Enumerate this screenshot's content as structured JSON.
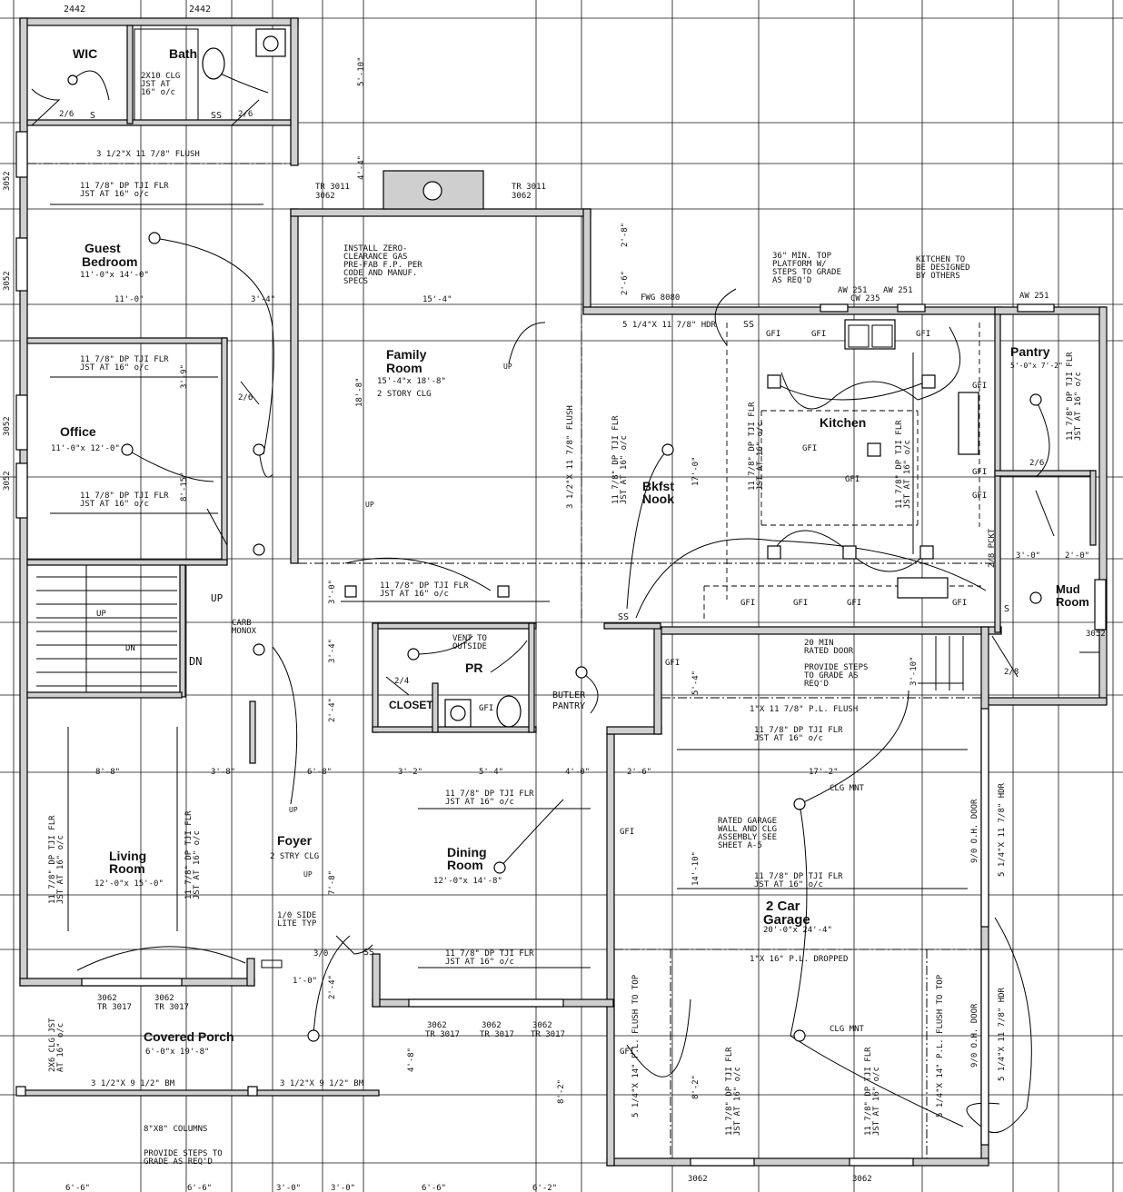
{
  "rooms": {
    "wic": "WIC",
    "bath": "Bath",
    "guest_bedroom_1": "Guest",
    "guest_bedroom_2": "Bedroom",
    "guest_bedroom_size": "11'-0\"x 14'-0\"",
    "office": "Office",
    "office_size": "11'-0\"x 12'-0\"",
    "family_room_1": "Family",
    "family_room_2": "Room",
    "family_room_size": "15'-4\"x 18'-8\"",
    "family_room_note": "2 STORY CLG",
    "kitchen": "Kitchen",
    "bkfst_1": "Bkfst",
    "bkfst_2": "Nook",
    "pantry": "Pantry",
    "pantry_size": "5'-0\"x 7'-2\"",
    "mud_1": "Mud",
    "mud_2": "Room",
    "living_1": "Living",
    "living_2": "Room",
    "living_size": "12'-0\"x 15'-0\"",
    "foyer": "Foyer",
    "foyer_note": "2 STRY CLG",
    "dining_1": "Dining",
    "dining_2": "Room",
    "dining_size": "12'-0\"x 14'-8\"",
    "garage_1": "2 Car",
    "garage_2": "Garage",
    "garage_size": "20'-0\"x 24'-4\"",
    "porch": "Covered Porch",
    "porch_size": "6'-0\"x 19'-8\"",
    "closet": "CLOSET",
    "pr": "PR",
    "butler_1": "BUTLER",
    "butler_2": "PANTRY"
  },
  "notes": {
    "fireplace": [
      "INSTALL ZERO-",
      "CLEARANCE GAS",
      "PRE-FAB F.P. PER",
      "CODE AND MANUF.",
      "SPECS"
    ],
    "platform": [
      "36\" MIN. TOP",
      "PLATFORM W/",
      "STEPS TO GRADE",
      "AS REQ'D"
    ],
    "kitchen_design": [
      "KITCHEN TO",
      "BE DESIGNED",
      "BY OTHERS"
    ],
    "rated_door": [
      "20 MIN",
      "RATED DOOR"
    ],
    "provide_steps": [
      "PROVIDE STEPS",
      "TO GRADE AS",
      "REQ'D"
    ],
    "rated_garage": [
      "RATED GARAGE",
      "WALL AND CLG",
      "ASSEMBLY SEE",
      "SHEET A-5"
    ],
    "columns": "8\"X8\" COLUMNS",
    "porch_steps": [
      "PROVIDE STEPS TO",
      "GRADE AS REQ'D"
    ],
    "vent": [
      "VENT TO",
      "OUTSIDE"
    ],
    "carb": [
      "CARB",
      "MONOX"
    ],
    "side_lite": [
      "1/0 SIDE",
      "LITE TYP"
    ],
    "pl_flush": "1\"X 11 7/8\" P.L. FLUSH",
    "pl_dropped": "1\"X 16\" P.L. DROPPED",
    "fwg": "FWG 8080",
    "hdr_kitchen": "5 1/4\"X 11 7/8\" HDR",
    "flush_wic": "3 1/2\"X 11 7/8\" FLUSH",
    "porch_beam_1": "3 1/2\"X 9 1/2\" BM",
    "porch_beam_2": "3 1/2\"X 9 1/2\" BM",
    "porch_clg": [
      "2X6 CLG JST",
      "AT 16\" o/c"
    ],
    "bath_jst": [
      "2X10 CLG",
      "JST AT",
      "16\" o/c"
    ],
    "tji_short": "11 7/8\" DP TJI FLR",
    "jst16": "JST AT 16\" o/c",
    "gfi": "GFI",
    "up": "UP",
    "dn": "DN",
    "ss": "SS",
    "s": "S",
    "fireplace_hdr": "3 1/2\"X 11 7/8\" FLUSH",
    "pckt": "2/8 PCKT",
    "garage_door_1": "9/0 O.H. DOOR",
    "garage_door_2": "9/0 O.H. DOOR",
    "garage_hdr_1": "5 1/4\"X 11 7/8\" HDR",
    "garage_hdr_2": "5 1/4\"X 11 7/8\" HDR",
    "pl_flush_top_1": "5 1/4\"X 14\" P.L. FLUSH TO TOP",
    "pl_flush_top_2": "5 1/4\"X 14\" P.L. FLUSH TO TOP",
    "clg_mnt": "CLG MNT",
    "aw251": "AW 251",
    "cw235": "CW 235",
    "window_3062": "3062",
    "window_3052": "3052",
    "window_tr3011": "TR 3011",
    "window_tr3017": "TR 3017",
    "door_26": "2/6",
    "door_24": "2/4",
    "door_28": "2/8",
    "door_30": "3/0"
  },
  "dimensions": {
    "top_2442_a": "2442",
    "top_2442_b": "2442",
    "d_5_10": "5'-10\"",
    "d_4_4": "4'-4\"",
    "d_11_0": "11'-0\"",
    "d_3_4": "3'-4\"",
    "d_15_4": "15'-4\"",
    "d_18_8": "18'-8\"",
    "d_3_9": "3'-9\"",
    "d_8_15": "8'-15\"",
    "d_2_8": "2'-8\"",
    "d_2_6": "2'-6\"",
    "d_17_0": "17'-0\"",
    "d_3_0": "3'-0\"",
    "d_3_4b": "3'-4\"",
    "d_2_4": "2'-4\"",
    "d_8_8": "8'-8\"",
    "d_3_8": "3'-8\"",
    "d_6_8": "6'-8\"",
    "d_3_2": "3'-2\"",
    "d_5_4": "5'-4\"",
    "d_4_0": "4'-0\"",
    "d_2_6b": "2'-6\"",
    "d_17_2": "17'-2\"",
    "d_7_8": "7'-8\"",
    "d_1_0": "1'-0\"",
    "d_2_4b": "2'-4\"",
    "d_4_8": "4'-8\"",
    "d_14_10": "14'-10\"",
    "d_8_2": "8'-2\"",
    "d_8_2b": "8'-2\"",
    "d_5_4b": "5'-4\"",
    "d_3_10": "3'-10\"",
    "d_3_0b": "3'-0\"",
    "d_2_0": "2'-0\"",
    "bot_6_6a": "6'-6\"",
    "bot_6_6b": "6'-6\"",
    "bot_3_0a": "3'-0\"",
    "bot_3_0b": "3'-0\"",
    "bot_6_6c": "6'-6\"",
    "bot_6_2": "6'-2\"",
    "bot_3062_a": "3062",
    "bot_3062_b": "3062"
  }
}
